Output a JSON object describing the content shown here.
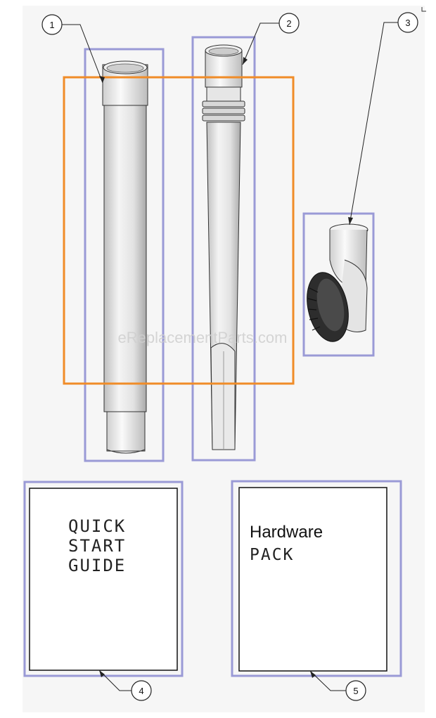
{
  "watermark": "eReplacementParts.com",
  "callouts": [
    "1",
    "2",
    "3",
    "4",
    "5"
  ],
  "quick_start_guide": {
    "lines": [
      "QUICK",
      "START",
      "GUIDE"
    ]
  },
  "hardware_pack": {
    "title": "Hardware",
    "subtitle": "PACK"
  },
  "colors": {
    "part_outline": "#9a9ad6",
    "highlight": "#f08c28",
    "line": "#222222",
    "background": "#f6f6f6"
  }
}
